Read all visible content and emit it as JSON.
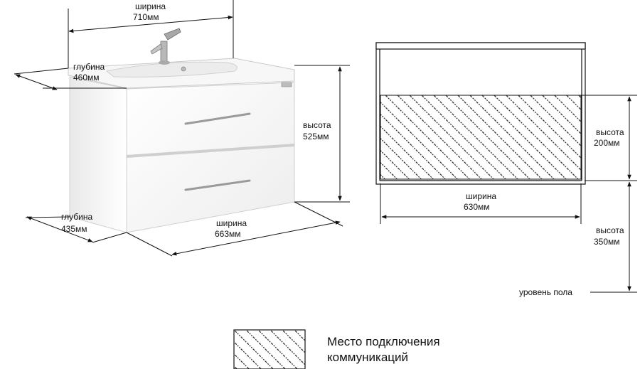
{
  "left_view": {
    "top_width": {
      "label": "ширина",
      "value": "710мм"
    },
    "top_depth": {
      "label": "глубина",
      "value": "460мм"
    },
    "height": {
      "label": "высота",
      "value": "525мм"
    },
    "bottom_depth": {
      "label": "глубина",
      "value": "435мм"
    },
    "bottom_width": {
      "label": "ширина",
      "value": "663мм"
    }
  },
  "right_view": {
    "zone_height": {
      "label": "высота",
      "value": "200мм"
    },
    "zone_width": {
      "label": "ширина",
      "value": "630мм"
    },
    "floor_height": {
      "label": "высота",
      "value": "350мм"
    },
    "floor_label": "уровень пола"
  },
  "legend": {
    "line1": "Место подключения",
    "line2": "коммуникаций"
  },
  "colors": {
    "line": "#111111",
    "cabinet_fill": "#f3f3f3",
    "basin_fill": "#f7f7f7",
    "handle": "#9a9a9a"
  }
}
